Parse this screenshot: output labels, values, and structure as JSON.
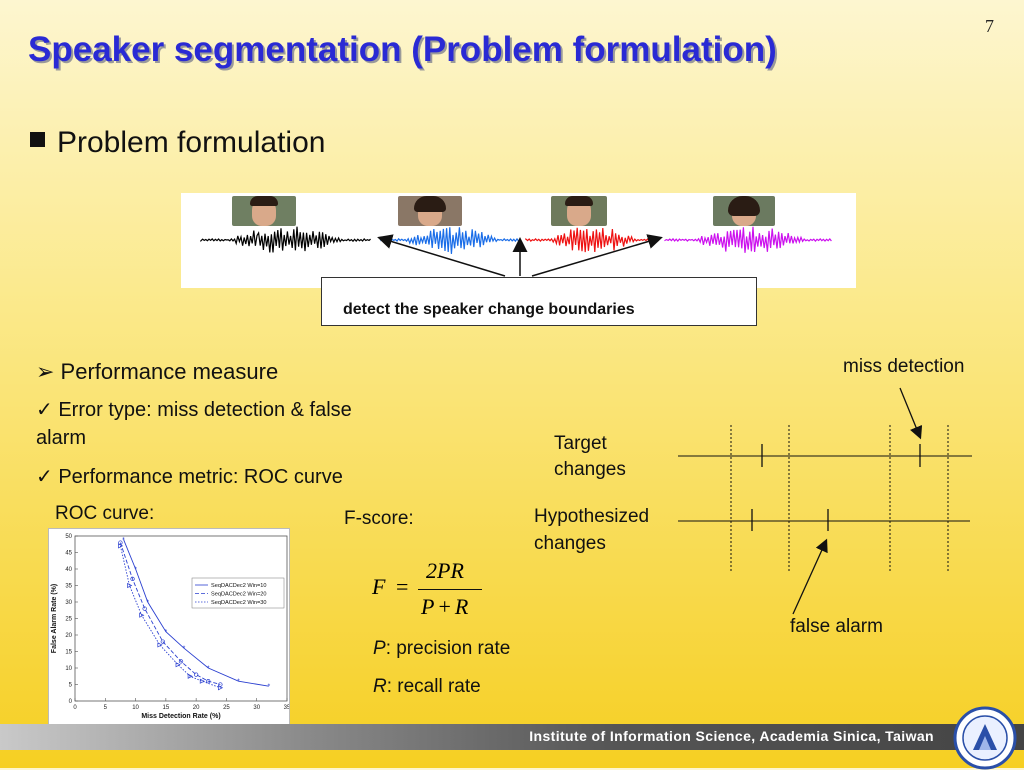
{
  "slide_number": "7",
  "title": "Speaker segmentation (Problem formulation)",
  "bullet_main": "Problem formulation",
  "callout": "detect  the speaker change boundaries",
  "performance": {
    "heading": "Performance measure",
    "error_type_line1": "Error type: miss detection & false",
    "error_type_line2": "alarm",
    "metric": "Performance metric: ROC curve"
  },
  "roc_label": "ROC curve:",
  "fscore_label": "F-score:",
  "formula": {
    "lhs": "F",
    "eq": "=",
    "numerator": "2PR",
    "den_p": "P",
    "plus": "+",
    "den_r": "R"
  },
  "precision": {
    "symbol": "P",
    "text": ": precision rate"
  },
  "recall": {
    "symbol": "R",
    "text": ": recall rate"
  },
  "diagram": {
    "miss_detection": "miss detection",
    "target_changes_1": "Target",
    "target_changes_2": "changes",
    "hypothesized_1": "Hypothesized",
    "hypothesized_2": "changes",
    "false_alarm": "false alarm"
  },
  "waveform_colors": [
    "#000000",
    "#1a6de8",
    "#ee1111",
    "#cc11ee"
  ],
  "footer": "Institute of Information Science, Academia Sinica, Taiwan",
  "chart_data": {
    "type": "line",
    "title": "",
    "xlabel": "Miss Detection Rate (%)",
    "ylabel": "False Alarm Rate (%)",
    "xlim": [
      0,
      35
    ],
    "ylim": [
      0,
      50
    ],
    "xticks": [
      0,
      5,
      10,
      15,
      20,
      25,
      30,
      35
    ],
    "yticks": [
      0,
      5,
      10,
      15,
      20,
      25,
      30,
      35,
      40,
      45,
      50
    ],
    "legend_position": "top-right",
    "series": [
      {
        "name": "SeqDACDec2 Win=10",
        "marker": "star",
        "x": [
          8,
          10,
          12,
          15,
          18,
          22,
          27,
          32
        ],
        "y": [
          49,
          40,
          30,
          21,
          16,
          10,
          6,
          4.5
        ]
      },
      {
        "name": "SeqDACDec2 Win=20",
        "marker": "circle",
        "x": [
          7.5,
          9.5,
          11.5,
          14.5,
          17.5,
          20,
          22,
          24
        ],
        "y": [
          48,
          37,
          28,
          18,
          12,
          8,
          6,
          5
        ]
      },
      {
        "name": "SeqDACDec2 Win=30",
        "marker": "triangle",
        "x": [
          7.5,
          9,
          11,
          14,
          17,
          19,
          21,
          24
        ],
        "y": [
          47,
          35,
          26,
          17,
          11,
          7.5,
          6,
          4
        ]
      }
    ]
  }
}
